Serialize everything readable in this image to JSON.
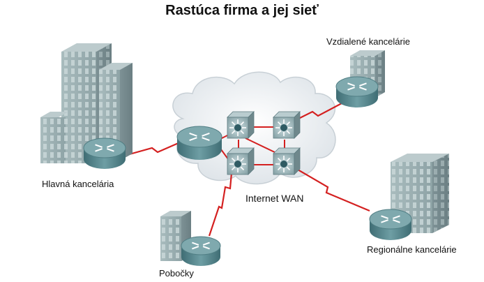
{
  "title": "Rastúca firma a jej sieť",
  "labels": {
    "remote_offices": "Vzdialené kancelárie",
    "head_office": "Hlavná kancelária",
    "internet_wan": "Internet WAN",
    "regional_offices": "Regionálne kancelárie",
    "branches": "Pobočky"
  },
  "colors": {
    "link": "#d42020",
    "building": "#9fb1b3",
    "router": "#5f8f95",
    "switch": "#8aa0a4",
    "cloud": "#e9edf0"
  },
  "icons": [
    "building-icon",
    "router-icon",
    "multilayer-switch-icon",
    "cloud-icon"
  ]
}
